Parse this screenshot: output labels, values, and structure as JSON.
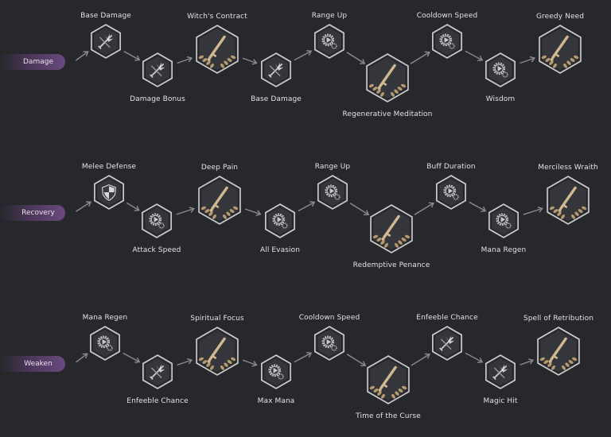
{
  "rows": [
    {
      "branch": "Damage",
      "nodes": [
        {
          "label": "Base Damage",
          "icon": "crossed-swords-icon"
        },
        {
          "label": "Damage Bonus",
          "icon": "crossed-swords-icon"
        },
        {
          "label": "Witch's Contract",
          "icon": "dagger-laurel-icon"
        },
        {
          "label": "Base Damage",
          "icon": "crossed-swords-icon"
        },
        {
          "label": "Range Up",
          "icon": "gear-play-icon"
        },
        {
          "label": "Regenerative Meditation",
          "icon": "dagger-laurel-icon"
        },
        {
          "label": "Cooldown Speed",
          "icon": "gear-play-icon"
        },
        {
          "label": "Wisdom",
          "icon": "gear-play-icon"
        },
        {
          "label": "Greedy Need",
          "icon": "dagger-laurel-icon"
        }
      ]
    },
    {
      "branch": "Recovery",
      "nodes": [
        {
          "label": "Melee Defense",
          "icon": "shield-icon"
        },
        {
          "label": "Attack Speed",
          "icon": "gear-play-icon"
        },
        {
          "label": "Deep Pain",
          "icon": "dagger-laurel-icon"
        },
        {
          "label": "All Evasion",
          "icon": "gear-play-icon"
        },
        {
          "label": "Range Up",
          "icon": "gear-play-icon"
        },
        {
          "label": "Redemptive Penance",
          "icon": "dagger-laurel-icon"
        },
        {
          "label": "Buff Duration",
          "icon": "gear-play-icon"
        },
        {
          "label": "Mana Regen",
          "icon": "gear-play-icon"
        },
        {
          "label": "Merciless Wraith",
          "icon": "dagger-laurel-icon"
        }
      ]
    },
    {
      "branch": "Weaken",
      "nodes": [
        {
          "label": "Mana Regen",
          "icon": "gear-play-icon"
        },
        {
          "label": "Enfeeble Chance",
          "icon": "crossed-swords-icon"
        },
        {
          "label": "Spiritual Focus",
          "icon": "dagger-laurel-icon"
        },
        {
          "label": "Max Mana",
          "icon": "gear-play-icon"
        },
        {
          "label": "Cooldown Speed",
          "icon": "gear-play-icon"
        },
        {
          "label": "Time of the Curse",
          "icon": "dagger-laurel-icon"
        },
        {
          "label": "Enfeeble Chance",
          "icon": "crossed-swords-icon"
        },
        {
          "label": "Magic Hit",
          "icon": "crossed-swords-icon"
        },
        {
          "label": "Spell of Retribution",
          "icon": "dagger-laurel-icon"
        }
      ]
    }
  ]
}
